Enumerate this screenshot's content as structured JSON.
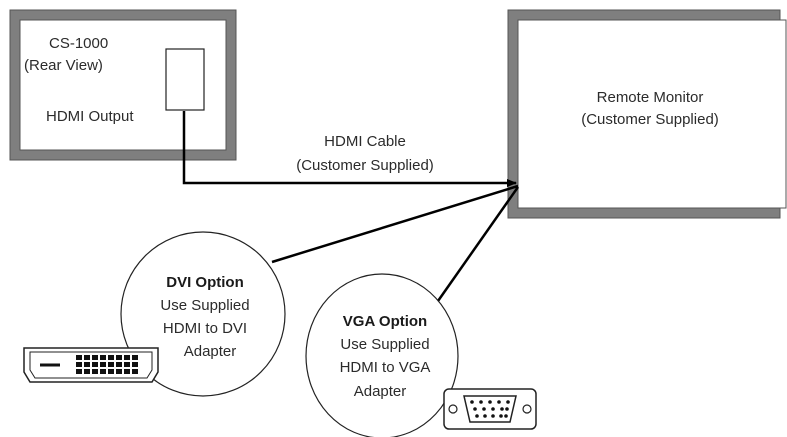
{
  "device": {
    "name": "CS-1000",
    "view": "(Rear View)",
    "port_label": "HDMI Output"
  },
  "monitor": {
    "title": "Remote Monitor",
    "subtitle": "(Customer Supplied)"
  },
  "cable": {
    "title": "HDMI Cable",
    "subtitle": "(Customer Supplied)"
  },
  "dvi_option": {
    "title": "DVI Option",
    "lines": [
      "Use Supplied",
      "HDMI to DVI",
      "Adapter"
    ]
  },
  "vga_option": {
    "title": "VGA Option",
    "lines": [
      "Use Supplied",
      "HDMI to VGA",
      "Adapter"
    ]
  },
  "icons": {
    "dvi": "dvi-connector-icon",
    "vga": "vga-connector-icon"
  },
  "colors": {
    "frame": "#7f7f7f",
    "line": "#000000",
    "text": "#2b2b2b"
  }
}
